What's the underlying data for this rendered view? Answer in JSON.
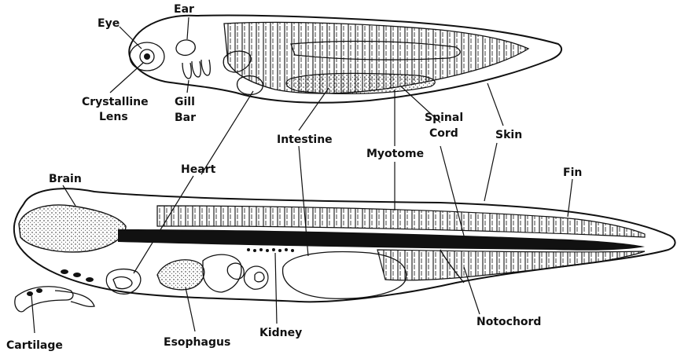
{
  "labels": {
    "eye": "Eye",
    "ear": "Ear",
    "crystalline_lens_1": "Crystalline",
    "crystalline_lens_2": "Lens",
    "gill_bar_1": "Gill",
    "gill_bar_2": "Bar",
    "spinal_cord_1": "Spinal",
    "spinal_cord_2": "Cord",
    "skin": "Skin",
    "intestine": "Intestine",
    "myotome": "Myotome",
    "heart": "Heart",
    "brain": "Brain",
    "fin": "Fin",
    "notochord": "Notochord",
    "esophagus": "Esophagus",
    "kidney": "Kidney",
    "cartilage": "Cartilage"
  }
}
